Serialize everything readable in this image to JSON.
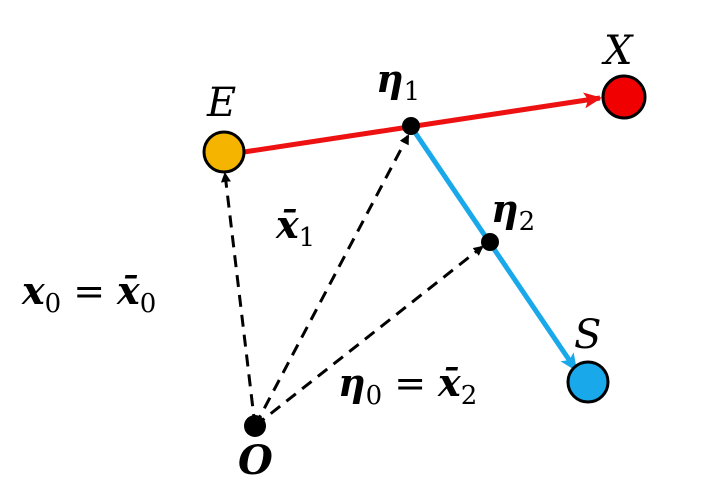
{
  "diagram": {
    "nodes": {
      "E": {
        "label": "E",
        "color": "#f5b400"
      },
      "X": {
        "label": "X",
        "color": "#f00000"
      },
      "S": {
        "label": "S",
        "color": "#19a9ea"
      },
      "O": {
        "label": "O"
      },
      "eta1": {
        "label": "η",
        "subscript": "1"
      },
      "eta2": {
        "label": "η",
        "subscript": "2"
      }
    },
    "vector_labels": {
      "x0_eq": {
        "lhs": "x",
        "lhs_sub": "0",
        "op": "=",
        "rhs": "x̄",
        "rhs_sub": "0"
      },
      "xbar1": {
        "main": "x̄",
        "sub": "1"
      },
      "eta0_eq": {
        "lhs": "η",
        "lhs_sub": "0",
        "op": "=",
        "rhs": "x̄",
        "rhs_sub": "2"
      }
    },
    "colors": {
      "red_path": "#ee1111",
      "blue_path": "#19a9ea",
      "dashed": "#000000"
    }
  }
}
